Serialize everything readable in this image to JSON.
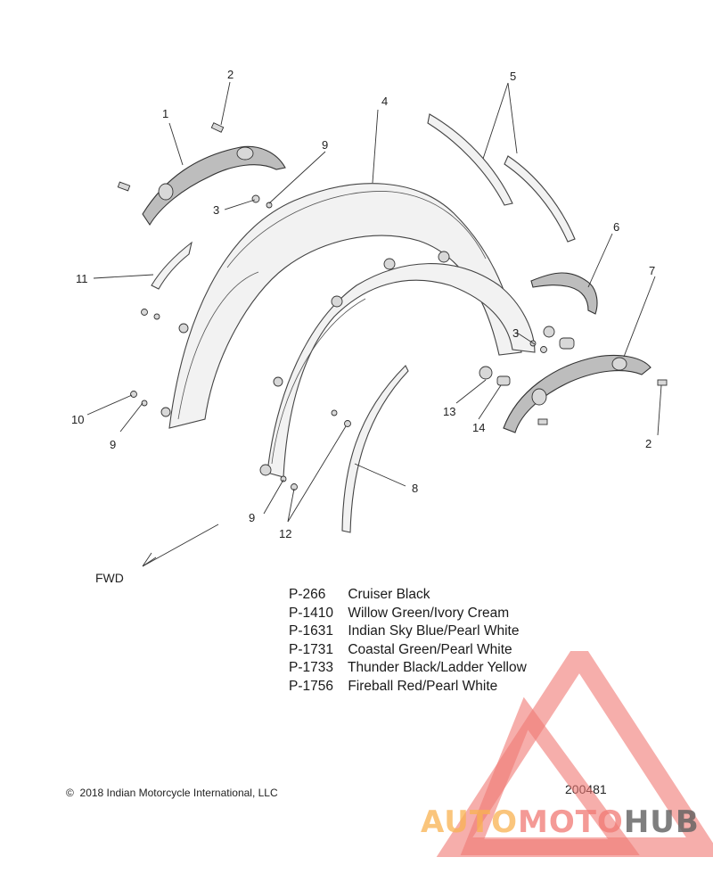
{
  "callouts": [
    {
      "id": "c1",
      "label": "1"
    },
    {
      "id": "c2a",
      "label": "2"
    },
    {
      "id": "c2b",
      "label": "2"
    },
    {
      "id": "c3a",
      "label": "3"
    },
    {
      "id": "c3b",
      "label": "3"
    },
    {
      "id": "c4",
      "label": "4"
    },
    {
      "id": "c5",
      "label": "5"
    },
    {
      "id": "c6",
      "label": "6"
    },
    {
      "id": "c7",
      "label": "7"
    },
    {
      "id": "c8",
      "label": "8"
    },
    {
      "id": "c9a",
      "label": "9"
    },
    {
      "id": "c9b",
      "label": "9"
    },
    {
      "id": "c9c",
      "label": "9"
    },
    {
      "id": "c10",
      "label": "10"
    },
    {
      "id": "c11",
      "label": "11"
    },
    {
      "id": "c12",
      "label": "12"
    },
    {
      "id": "c13",
      "label": "13"
    },
    {
      "id": "c14",
      "label": "14"
    }
  ],
  "direction_label": "FWD",
  "color_options": [
    {
      "code": "P-266",
      "name": "Cruiser Black"
    },
    {
      "code": "P-1410",
      "name": "Willow Green/Ivory Cream"
    },
    {
      "code": "P-1631",
      "name": "Indian Sky Blue/Pearl White"
    },
    {
      "code": "P-1731",
      "name": "Coastal Green/Pearl White"
    },
    {
      "code": "P-1733",
      "name": "Thunder Black/Ladder Yellow"
    },
    {
      "code": "P-1756",
      "name": "Fireball Red/Pearl White"
    }
  ],
  "copyright": "2018 Indian Motorcycle International, LLC",
  "copyright_symbol": "©",
  "figure_number": "200481",
  "watermark": {
    "part1": "AUTO",
    "part2": "MOTO",
    "part3": "HUB"
  },
  "colors": {
    "line": "#333333",
    "watermark_red": "#f07873",
    "watermark_orange": "#f8b250",
    "watermark_gray": "#5f5f5f"
  }
}
